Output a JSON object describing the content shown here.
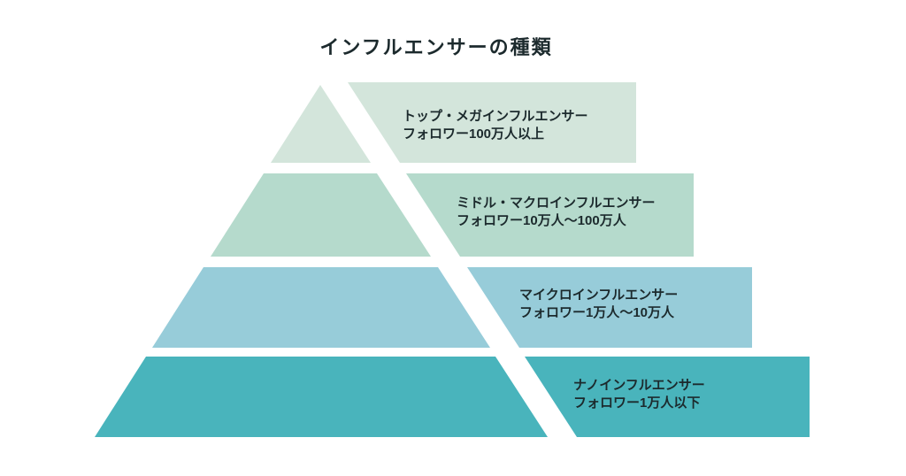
{
  "title": "インフルエンサーの種類",
  "colors": {
    "background": "#ffffff",
    "text": "#1c2a2d",
    "tier1": "#d3e5db",
    "tier2": "#b5dacc",
    "tier3": "#97ccd9",
    "tier4": "#49b4bc"
  },
  "tiers": [
    {
      "name": "トップ・メガインフルエンサー",
      "followers": "フォロワー100万人以上",
      "color": "#d3e5db"
    },
    {
      "name": "ミドル・マクロインフルエンサー",
      "followers": "フォロワー10万人〜100万人",
      "color": "#b5dacc"
    },
    {
      "name": "マイクロインフルエンサー",
      "followers": "フォロワー1万人〜10万人",
      "color": "#97ccd9"
    },
    {
      "name": "ナノインフルエンサー",
      "followers": "フォロワー1万人以下",
      "color": "#49b4bc"
    }
  ]
}
